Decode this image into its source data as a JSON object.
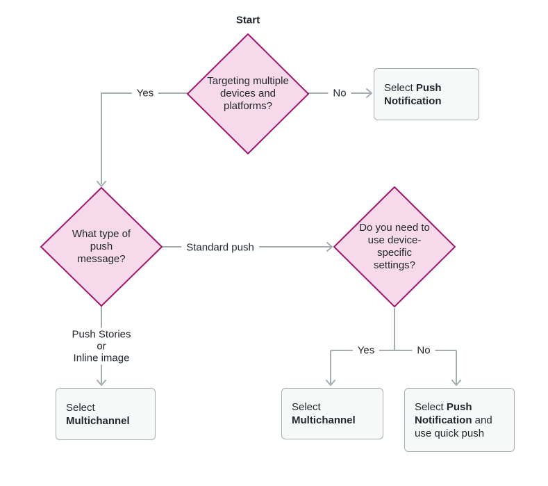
{
  "colors": {
    "diamond-fill": "#f7d9ec",
    "diamond-border": "#a0176e",
    "box-fill": "#f7f8f8",
    "box-border": "#a6b0b3",
    "line-color": "#a4adb0",
    "text-color": "#21272c",
    "bg": "#ffffff"
  },
  "start_label": "Start",
  "diamonds": {
    "targeting": {
      "text": "Targeting multiple devices and platforms?"
    },
    "push_type": {
      "text": "What type of push message?"
    },
    "device_settings": {
      "text": "Do you need to use device-specific settings?"
    }
  },
  "edge_labels": {
    "yes_top": "Yes",
    "no_top": "No",
    "standard_push": "Standard push",
    "push_stories": "Push Stories\nor\nInline image",
    "yes_bottom": "Yes",
    "no_bottom": "No"
  },
  "boxes": {
    "push_notification": {
      "pre": "Select ",
      "bold": "Push Notification",
      "post": ""
    },
    "multichannel_left": {
      "pre": "Select ",
      "bold": "Multichannel",
      "post": ""
    },
    "multichannel_mid": {
      "pre": "Select ",
      "bold": "Multichannel",
      "post": ""
    },
    "push_quick": {
      "pre": "Select ",
      "bold": "Push Notification",
      "post": " and use quick push"
    }
  }
}
